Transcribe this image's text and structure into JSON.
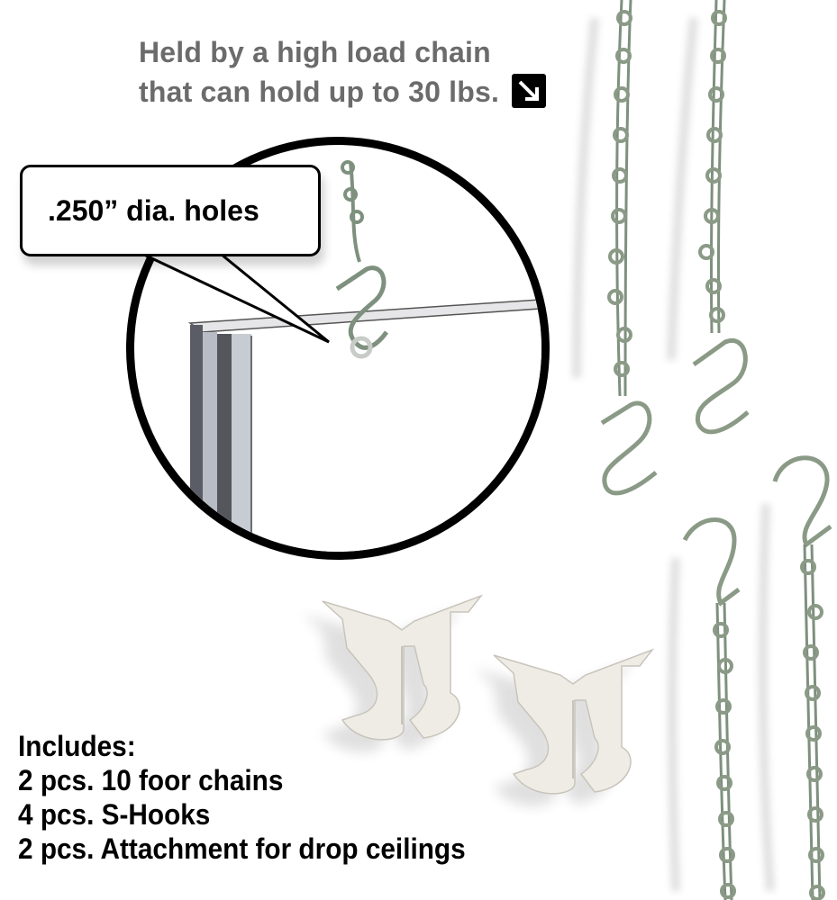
{
  "headline": {
    "line1": "Held by a high load chain",
    "line2": "that can hold up to 30 lbs.",
    "icon": "arrow-down-right-icon",
    "color": "#6b6b6b"
  },
  "callout": {
    "text": ".250” dia. holes"
  },
  "includes": {
    "title": "Includes:",
    "items": [
      "2 pcs. 10 foor chains",
      "4 pcs. S-Hooks",
      "2 pcs. Attachment for drop ceilings"
    ]
  },
  "illustrations": {
    "chains_with_hooks": 4,
    "ceiling_clips": 2,
    "chain_color": "#8a9a86",
    "clip_color": "#efece6"
  }
}
